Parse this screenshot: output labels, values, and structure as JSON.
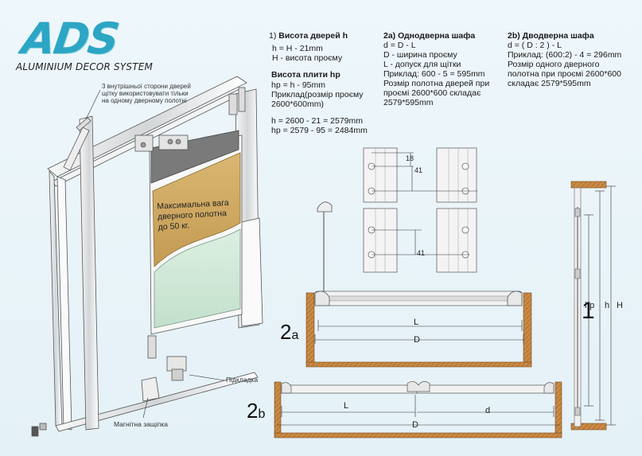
{
  "logo": {
    "mark": "ADS",
    "subtitle": "ALUMINIUM DECOR SYSTEM"
  },
  "section1": {
    "number": "1)",
    "title": "Висота дверей h",
    "lines": [
      "h = H - 21mm",
      "H - висота проєму"
    ]
  },
  "section_hp": {
    "title": "Висота плити hp",
    "lines": [
      "hp = h - 95mm",
      "Приклад(розмір проєму",
      "2600*600mm)",
      "h = 2600 - 21 = 2579mm",
      "hp = 2579 - 95 = 2484mm"
    ]
  },
  "section2a": {
    "title": "2a) Однодверна шафа",
    "lines": [
      "d = D - L",
      "D - ширина проєму",
      "L - допуск для щітки",
      "Приклад: 600 - 5 = 595mm",
      "Розмір полотна дверей при",
      "проємі 2600*600 складає",
      "2579*595mm"
    ]
  },
  "section2b": {
    "title": "2b) Дводверна шафа",
    "lines": [
      "d = ( D : 2 ) - L",
      "Приклад: (600:2) - 4 = 296mm",
      "Розмір одного дверного",
      "полотна при проємі 2600*600",
      "складає 2579*595mm"
    ]
  },
  "notes": {
    "brush": "3 внутрішньої сторони дверей щітку використовувати тільки на одному дверному полотні",
    "weight": "Максимальна вага дверного полотна до 50 кг.",
    "pad": "Підкладка",
    "latch": "Магнітна защіпка"
  },
  "dimensions": {
    "d18": "18",
    "d41_top": "41",
    "d41_bottom": "41",
    "L_2a": "L",
    "D_2a": "D",
    "L_2b": "L",
    "d_2b": "d",
    "D_2b": "D",
    "hp": "hp",
    "h": "h",
    "H": "H"
  },
  "labels": {
    "fig2a_num": "2",
    "fig2a_letter": "a",
    "fig2b_num": "2",
    "fig2b_letter": "b",
    "fig1": "1"
  },
  "colors": {
    "logo": "#2ca6c4",
    "wood": "#c8823c",
    "panel_top": "#d4b06a",
    "panel_bottom": "#cfe6d6",
    "background": "#e9f4f9"
  }
}
